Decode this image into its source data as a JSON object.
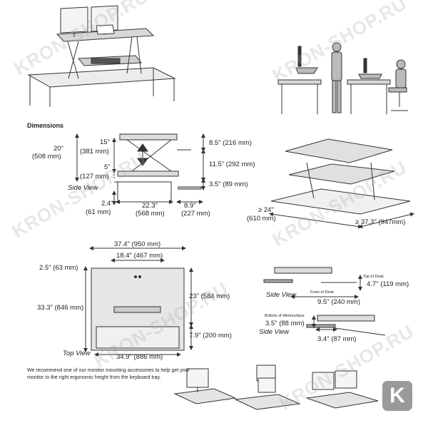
{
  "headings": {
    "dimensions": "Dimensions"
  },
  "views": {
    "side_view_1": "Side View",
    "top_view": "Top View",
    "side_view_2": "Side View",
    "side_view_3": "Side View"
  },
  "side_dims": {
    "d20": "20\"",
    "d20mm": "(508 mm)",
    "d15": "15\"",
    "d15mm": "(381 mm)",
    "d5": "5\"",
    "d5mm": "(127 mm)",
    "d8_5": "8.5\" (216 mm)",
    "d11_5": "11.5\" (292 mm)",
    "d3_5": "3.5\" (89 mm)",
    "d2_4": "2.4\"",
    "d2_4mm": "(61 mm)",
    "d22_3": "22.3\"",
    "d22_3mm": "(568 mm)",
    "d8_9": "8.9\"",
    "d8_9mm": "(227 mm)"
  },
  "persp_dims": {
    "d24": "≥ 24\"",
    "d24mm": "(610 mm)",
    "d37_3": "≥ 37.3\" (947mm)"
  },
  "top_dims": {
    "d37_4": "37.4\" (950 mm)",
    "d18_4": "18.4\" (467 mm)",
    "d2_5": "2.5\" (63 mm)",
    "d33_3": "33.3\" (846 mm)",
    "d23": "23\" (584 mm)",
    "d7_9": "7.9\" (200 mm)",
    "d34_9": "34.9\" (886 mm)"
  },
  "clamp_dims": {
    "top_of_desk": "Top of Desk",
    "front_of_desk": "Front of Desk",
    "d4_7": "4.7\" (119 mm)",
    "d9_5": "9.5\" (240 mm)",
    "bottom_of_worksurface": "Bottom of Worksurface",
    "d3_5b": "3.5\" (88 mm)",
    "d3_4": "3.4\" (87 mm)"
  },
  "note": "We recommend one of our monitor mounting accessories to help get your monitor to the right ergonomic height from the keyboard tray.",
  "watermarks": {
    "text": "KRON-SHOP.RU"
  },
  "badge": {
    "letter": "K"
  },
  "colors": {
    "line": "#333333",
    "desk": "#dcdcdc",
    "topview": "#e6e6e6",
    "badge": "#9a9a9a"
  }
}
